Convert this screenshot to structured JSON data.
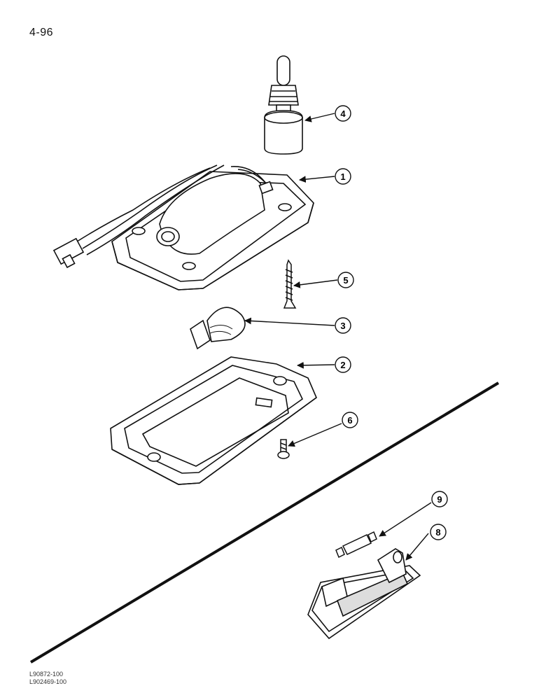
{
  "page_number": "4-96",
  "reference_codes": [
    "L90872-100",
    "L902469-100"
  ],
  "callouts": [
    {
      "id": "callout-4",
      "label": "4"
    },
    {
      "id": "callout-1",
      "label": "1"
    },
    {
      "id": "callout-5",
      "label": "5"
    },
    {
      "id": "callout-3",
      "label": "3"
    },
    {
      "id": "callout-2",
      "label": "2"
    },
    {
      "id": "callout-6",
      "label": "6"
    },
    {
      "id": "callout-9",
      "label": "9"
    },
    {
      "id": "callout-8",
      "label": "8"
    }
  ]
}
